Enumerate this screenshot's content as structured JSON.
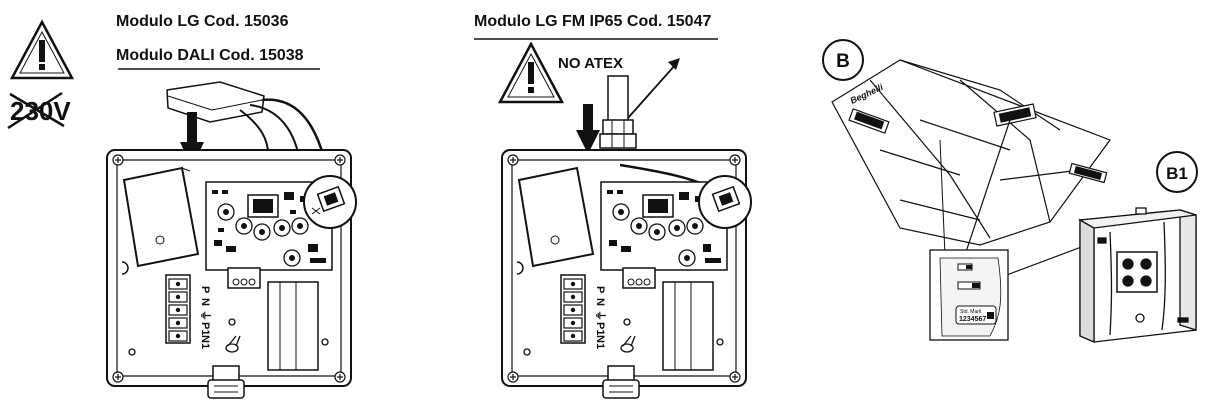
{
  "panels": [
    {
      "id": "panel-1",
      "labels": [
        "Modulo LG Cod. 15036",
        "Modulo DALI Cod. 15038"
      ],
      "voltage_crossed": "230V",
      "terminal_pins": [
        "P",
        "N",
        "⏚",
        "P1",
        "N1"
      ]
    },
    {
      "id": "panel-2",
      "labels": [
        "Modulo LG FM IP65 Cod. 15047"
      ],
      "warning_text": "NO ATEX",
      "terminal_pins": [
        "P",
        "N",
        "⏚",
        "P1",
        "N1"
      ]
    },
    {
      "id": "panel-3",
      "callouts": [
        "B",
        "B1"
      ],
      "brand": "Beghelli",
      "serial": "1234567"
    }
  ],
  "colors": {
    "ink": "#111111",
    "background": "#ffffff"
  },
  "icons": [
    "warning-triangle-icon",
    "down-arrow-icon"
  ]
}
